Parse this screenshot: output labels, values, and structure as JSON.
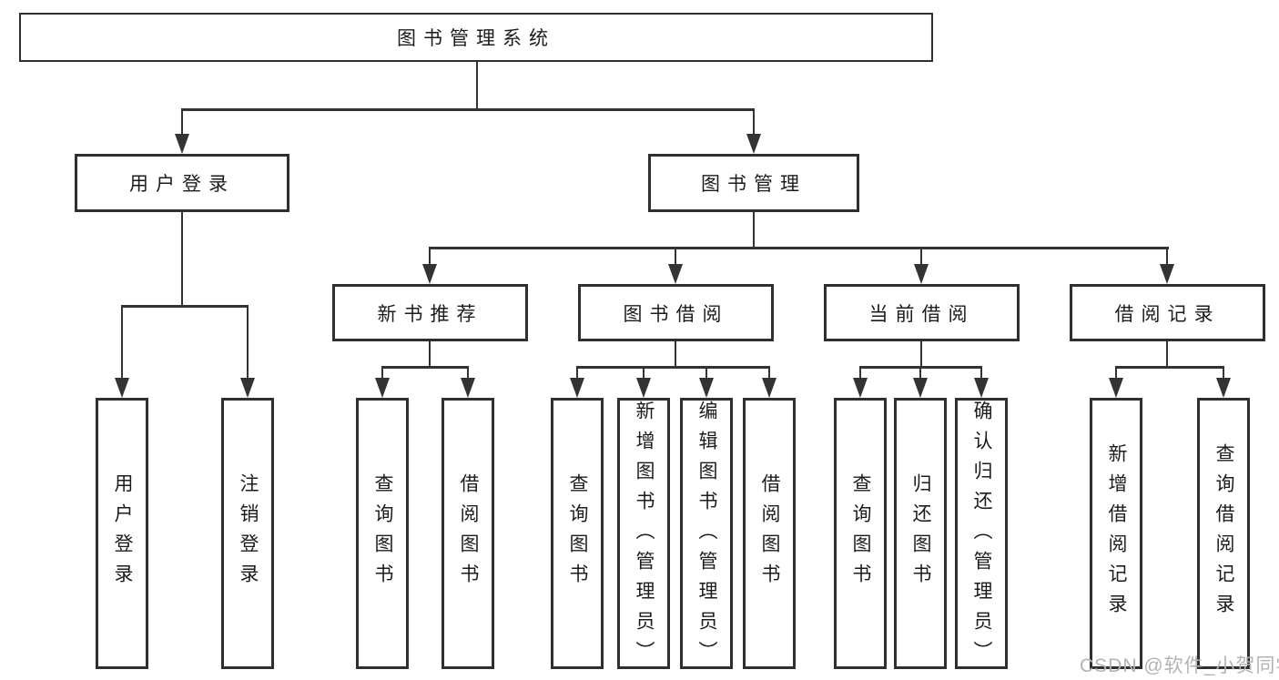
{
  "tree": {
    "label": "图书管理系统",
    "children": [
      {
        "label": "用户登录",
        "children": [
          {
            "label": "用户登录"
          },
          {
            "label": "注销登录"
          }
        ]
      },
      {
        "label": "图书管理",
        "children": [
          {
            "label": "新书推荐",
            "children": [
              {
                "label": "查询图书"
              },
              {
                "label": "借阅图书"
              }
            ]
          },
          {
            "label": "图书借阅",
            "children": [
              {
                "label": "查询图书"
              },
              {
                "label": "新增图书（管理员）"
              },
              {
                "label": "编辑图书（管理员）"
              },
              {
                "label": "借阅图书"
              }
            ]
          },
          {
            "label": "当前借阅",
            "children": [
              {
                "label": "查询图书"
              },
              {
                "label": "归还图书"
              },
              {
                "label": "确认归还（管理员）"
              }
            ]
          },
          {
            "label": "借阅记录",
            "children": [
              {
                "label": "新增借阅记录"
              },
              {
                "label": "查询借阅记录"
              }
            ]
          }
        ]
      }
    ]
  },
  "watermark": {
    "text": "CSDN @软件_小贺同学"
  },
  "colors": {
    "line": "#333333",
    "border": "#2f2f2f",
    "text": "#1c1c1c",
    "watermark": "#b3b3b3",
    "background": "#ffffff"
  }
}
